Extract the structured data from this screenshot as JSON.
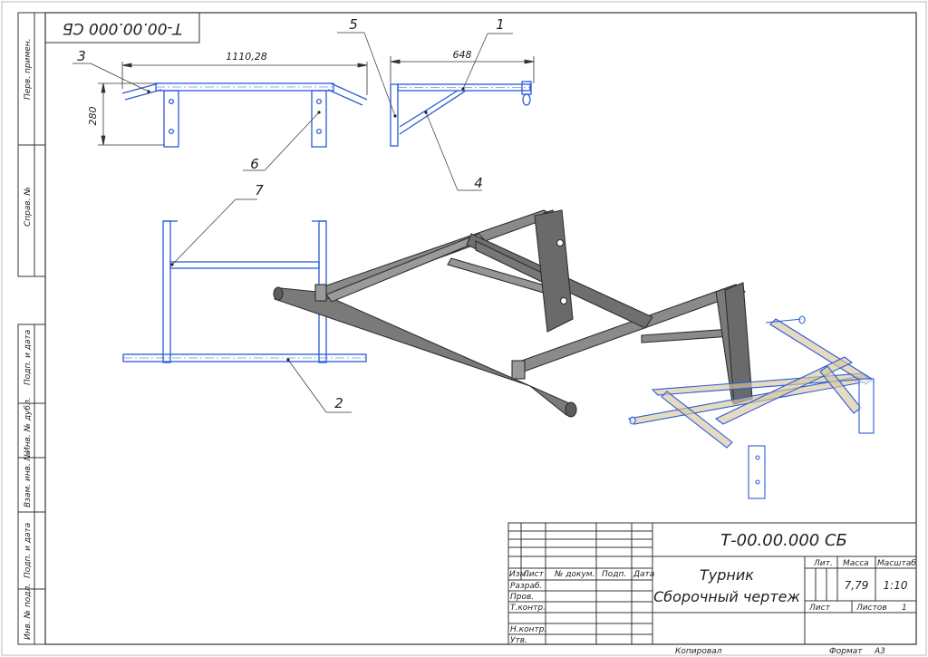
{
  "stamp": {
    "designation": "Т-00.00.000 СБ",
    "designation_top": "Т-00.00.000 СБ",
    "title_line1": "Турник",
    "title_line2": "Сборочный чертеж",
    "lit_header": "Лит.",
    "mass_header": "Масса",
    "scale_header": "Масштаб",
    "mass": "7,79",
    "scale": "1:10",
    "sheet_label": "Лист",
    "sheets_label": "Листов",
    "sheets_count": "1",
    "copied": "Копировал",
    "format_label": "Формат",
    "format_value": "А3",
    "col_headers": [
      "Изм.",
      "Лист",
      "№ докум.",
      "Подп.",
      "Дата"
    ],
    "rows": [
      "Разраб.",
      "Пров.",
      "Т.контр.",
      "",
      "Н.контр.",
      "Утв."
    ]
  },
  "side_strip": [
    "Перв. примен.",
    "Справ. №",
    "Подп. и дата",
    "Инв. № дубл.",
    "Взам. инв. №",
    "Подп. и дата",
    "Инв. № подл."
  ],
  "dimensions": {
    "width": "1110,28",
    "height": "280",
    "depth": "648"
  },
  "balloons": [
    "1",
    "2",
    "3",
    "4",
    "5",
    "6",
    "7"
  ],
  "colors": {
    "line": "#2a5bd7",
    "frame": "#333333",
    "model": "#6b6b6b",
    "wood": "#d9c7a0"
  }
}
